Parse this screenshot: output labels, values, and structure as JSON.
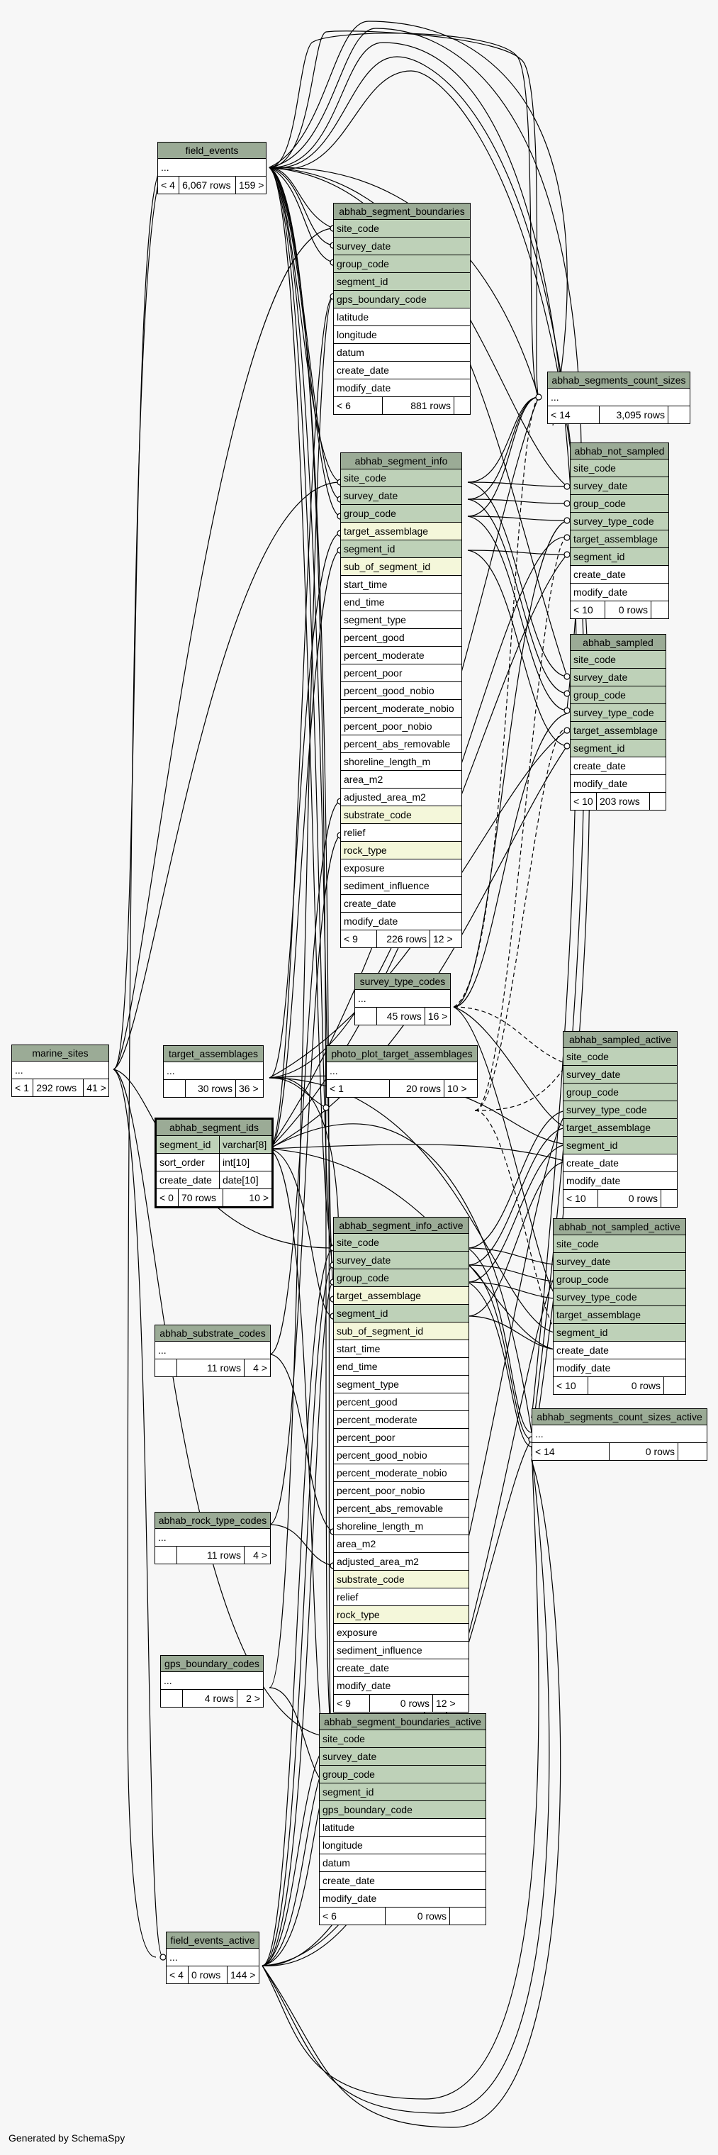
{
  "credit": "Generated by SchemaSpy",
  "tables": {
    "field_events": {
      "title": "field_events",
      "rows": [
        "..."
      ],
      "footer": [
        "< 4",
        "6,067 rows",
        "159 >"
      ]
    },
    "abhab_segment_boundaries": {
      "title": "abhab_segment_boundaries",
      "pk": [
        "site_code",
        "survey_date",
        "group_code",
        "segment_id",
        "gps_boundary_code"
      ],
      "cols": [
        "latitude",
        "longitude",
        "datum",
        "create_date",
        "modify_date"
      ],
      "footer": [
        "< 6",
        "881 rows",
        ""
      ]
    },
    "abhab_segments_count_sizes": {
      "title": "abhab_segments_count_sizes",
      "rows": [
        "..."
      ],
      "footer": [
        "< 14",
        "3,095 rows",
        ""
      ]
    },
    "abhab_not_sampled": {
      "title": "abhab_not_sampled",
      "pk": [
        "site_code",
        "survey_date",
        "group_code",
        "survey_type_code",
        "target_assemblage",
        "segment_id"
      ],
      "cols": [
        "create_date",
        "modify_date"
      ],
      "footer": [
        "< 10",
        "0 rows",
        ""
      ]
    },
    "abhab_segment_info": {
      "title": "abhab_segment_info",
      "pk": [
        "site_code",
        "survey_date",
        "group_code"
      ],
      "rows": [
        [
          "target_assemblage",
          "fk"
        ],
        [
          "segment_id",
          "pk"
        ],
        [
          "sub_of_segment_id",
          "fk"
        ],
        [
          "start_time",
          "plain"
        ],
        [
          "end_time",
          "plain"
        ],
        [
          "segment_type",
          "plain"
        ],
        [
          "percent_good",
          "plain"
        ],
        [
          "percent_moderate",
          "plain"
        ],
        [
          "percent_poor",
          "plain"
        ],
        [
          "percent_good_nobio",
          "plain"
        ],
        [
          "percent_moderate_nobio",
          "plain"
        ],
        [
          "percent_poor_nobio",
          "plain"
        ],
        [
          "percent_abs_removable",
          "plain"
        ],
        [
          "shoreline_length_m",
          "plain"
        ],
        [
          "area_m2",
          "plain"
        ],
        [
          "adjusted_area_m2",
          "plain"
        ],
        [
          "substrate_code",
          "fk"
        ],
        [
          "relief",
          "plain"
        ],
        [
          "rock_type",
          "fk"
        ],
        [
          "exposure",
          "plain"
        ],
        [
          "sediment_influence",
          "plain"
        ],
        [
          "create_date",
          "plain"
        ],
        [
          "modify_date",
          "plain"
        ]
      ],
      "footer": [
        "< 9",
        "226 rows",
        "12 >"
      ]
    },
    "abhab_sampled": {
      "title": "abhab_sampled",
      "pk": [
        "site_code",
        "survey_date",
        "group_code",
        "survey_type_code",
        "target_assemblage",
        "segment_id"
      ],
      "cols": [
        "create_date",
        "modify_date"
      ],
      "footer": [
        "< 10",
        "203 rows",
        ""
      ]
    },
    "survey_type_codes": {
      "title": "survey_type_codes",
      "rows": [
        "..."
      ],
      "footer": [
        "",
        "45 rows",
        "16 >"
      ]
    },
    "marine_sites": {
      "title": "marine_sites",
      "rows": [
        "..."
      ],
      "footer": [
        "< 1",
        "292 rows",
        "41 >"
      ]
    },
    "target_assemblages": {
      "title": "target_assemblages",
      "rows": [
        "..."
      ],
      "footer": [
        "",
        "30 rows",
        "36 >"
      ]
    },
    "photo_plot_target_assemblages": {
      "title": "photo_plot_target_assemblages",
      "rows": [
        "..."
      ],
      "footer": [
        "< 1",
        "20 rows",
        "10 >"
      ]
    },
    "abhab_sampled_active": {
      "title": "abhab_sampled_active",
      "pk": [
        "site_code",
        "survey_date",
        "group_code",
        "survey_type_code",
        "target_assemblage",
        "segment_id"
      ],
      "cols": [
        "create_date",
        "modify_date"
      ],
      "footer": [
        "< 10",
        "0 rows",
        ""
      ]
    },
    "abhab_segment_ids": {
      "title": "abhab_segment_ids",
      "typed": [
        [
          "segment_id",
          "varchar[8]",
          "pk"
        ],
        [
          "sort_order",
          "int[10]",
          "plain"
        ],
        [
          "create_date",
          "date[10]",
          "plain"
        ]
      ],
      "footer": [
        "< 0",
        "70 rows",
        "10 >"
      ]
    },
    "abhab_segment_info_active": {
      "title": "abhab_segment_info_active",
      "pk": [
        "site_code",
        "survey_date",
        "group_code"
      ],
      "rows": [
        [
          "target_assemblage",
          "fk"
        ],
        [
          "segment_id",
          "pk"
        ],
        [
          "sub_of_segment_id",
          "fk"
        ],
        [
          "start_time",
          "plain"
        ],
        [
          "end_time",
          "plain"
        ],
        [
          "segment_type",
          "plain"
        ],
        [
          "percent_good",
          "plain"
        ],
        [
          "percent_moderate",
          "plain"
        ],
        [
          "percent_poor",
          "plain"
        ],
        [
          "percent_good_nobio",
          "plain"
        ],
        [
          "percent_moderate_nobio",
          "plain"
        ],
        [
          "percent_poor_nobio",
          "plain"
        ],
        [
          "percent_abs_removable",
          "plain"
        ],
        [
          "shoreline_length_m",
          "plain"
        ],
        [
          "area_m2",
          "plain"
        ],
        [
          "adjusted_area_m2",
          "plain"
        ],
        [
          "substrate_code",
          "fk"
        ],
        [
          "relief",
          "plain"
        ],
        [
          "rock_type",
          "fk"
        ],
        [
          "exposure",
          "plain"
        ],
        [
          "sediment_influence",
          "plain"
        ],
        [
          "create_date",
          "plain"
        ],
        [
          "modify_date",
          "plain"
        ]
      ],
      "footer": [
        "< 9",
        "0 rows",
        "12 >"
      ]
    },
    "abhab_not_sampled_active": {
      "title": "abhab_not_sampled_active",
      "pk": [
        "site_code",
        "survey_date",
        "group_code",
        "survey_type_code",
        "target_assemblage",
        "segment_id"
      ],
      "cols": [
        "create_date",
        "modify_date"
      ],
      "footer": [
        "< 10",
        "0 rows",
        ""
      ]
    },
    "abhab_substrate_codes": {
      "title": "abhab_substrate_codes",
      "rows": [
        "..."
      ],
      "footer": [
        "",
        "11 rows",
        "4 >"
      ]
    },
    "abhab_segments_count_sizes_active": {
      "title": "abhab_segments_count_sizes_active",
      "rows": [
        "..."
      ],
      "footer": [
        "< 14",
        "0 rows",
        ""
      ]
    },
    "abhab_rock_type_codes": {
      "title": "abhab_rock_type_codes",
      "rows": [
        "..."
      ],
      "footer": [
        "",
        "11 rows",
        "4 >"
      ]
    },
    "gps_boundary_codes": {
      "title": "gps_boundary_codes",
      "rows": [
        "..."
      ],
      "footer": [
        "",
        "4 rows",
        "2 >"
      ]
    },
    "abhab_segment_boundaries_active": {
      "title": "abhab_segment_boundaries_active",
      "pk": [
        "site_code",
        "survey_date",
        "group_code",
        "segment_id",
        "gps_boundary_code"
      ],
      "cols": [
        "latitude",
        "longitude",
        "datum",
        "create_date",
        "modify_date"
      ],
      "footer": [
        "< 6",
        "0 rows",
        ""
      ]
    },
    "field_events_active": {
      "title": "field_events_active",
      "rows": [
        "..."
      ],
      "footer": [
        "< 4",
        "0 rows",
        "144 >"
      ]
    }
  }
}
